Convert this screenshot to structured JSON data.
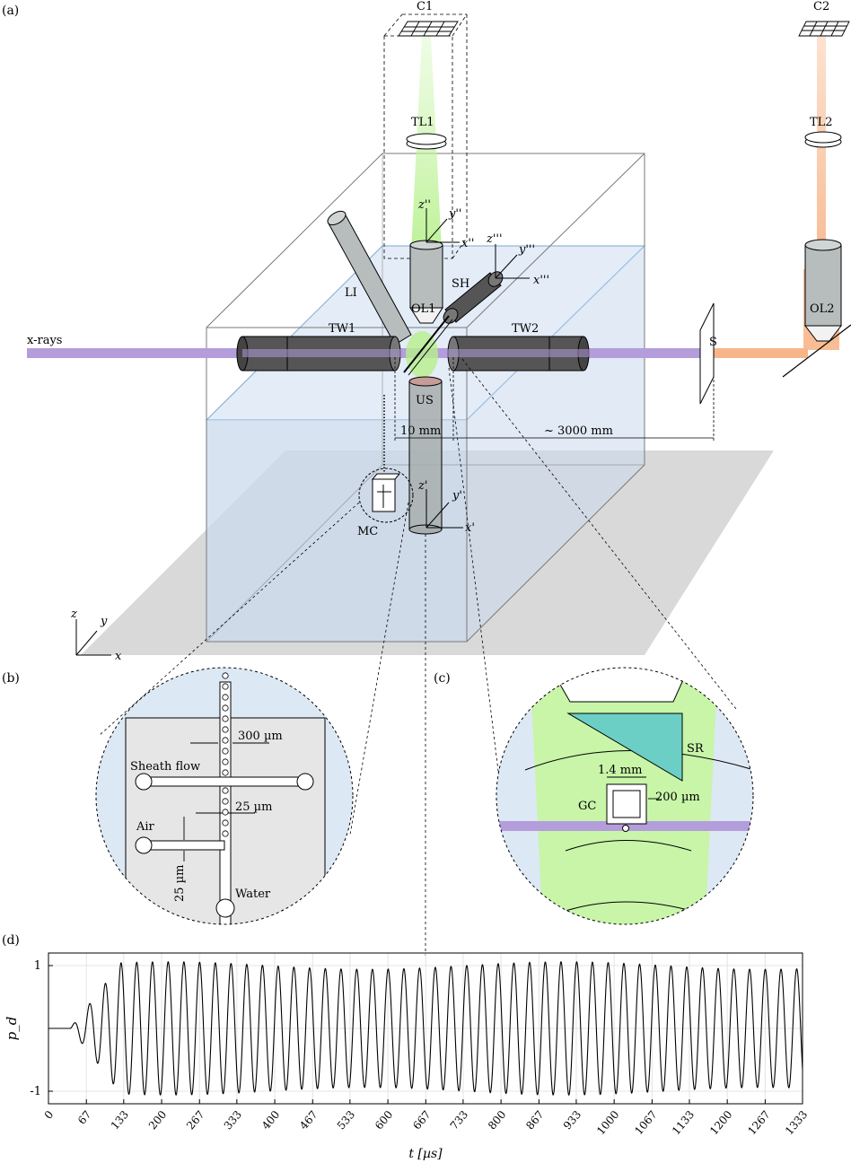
{
  "panels": {
    "a": "(a)",
    "b": "(b)",
    "c": "(c)",
    "d": "(d)"
  },
  "labels_a": {
    "c1": "C1",
    "c2": "C2",
    "tl1": "TL1",
    "tl2": "TL2",
    "ol1": "OL1",
    "ol2": "OL2",
    "li": "LI",
    "sh": "SH",
    "tw1": "TW1",
    "tw2": "TW2",
    "us": "US",
    "s": "S",
    "mc": "MC",
    "xrays": "x-rays",
    "dim_10": "10 mm",
    "dim_3000": "~ 3000 mm",
    "z2": "z''",
    "y2": "y''",
    "x2": "x''",
    "z3": "z'''",
    "y3": "y'''",
    "x3": "x'''",
    "z1": "z'",
    "y1": "y'",
    "x1": "x'",
    "z": "z",
    "y": "y",
    "x": "x"
  },
  "labels_b": {
    "w300": "300 µm",
    "sheath": "Sheath flow",
    "w25a": "25 µm",
    "air": "Air",
    "w25b": "25 µm",
    "water": "Water"
  },
  "labels_c": {
    "sr": "SR",
    "mm14": "1.4 mm",
    "gc": "GC",
    "um200": "200 µm"
  },
  "colors": {
    "xray": "#b39ddb",
    "green_beam": "#c8f5a8",
    "orange_beam": "#f7b68a",
    "water": "#dde8f5",
    "floor": "#d9d9d9",
    "dark_cyl": "#555555",
    "grey_cyl": "#b7bdbd",
    "sr_fill": "#6ccfc5"
  },
  "chart_data": {
    "type": "line",
    "xlabel": "t [µs]",
    "ylabel": "p_d",
    "ylim": [
      -1.2,
      1.2
    ],
    "xlim": [
      0,
      1333
    ],
    "xticks": [
      0,
      67,
      133,
      200,
      267,
      333,
      400,
      467,
      533,
      600,
      667,
      733,
      800,
      867,
      933,
      1000,
      1067,
      1133,
      1200,
      1267,
      1333
    ],
    "yticks": [
      -1,
      1
    ],
    "grid": true,
    "signal": {
      "description_free": true,
      "frequency_khz": 36.0,
      "onset_us": 38,
      "rise_us": 90,
      "amplitude": 1.0
    }
  }
}
